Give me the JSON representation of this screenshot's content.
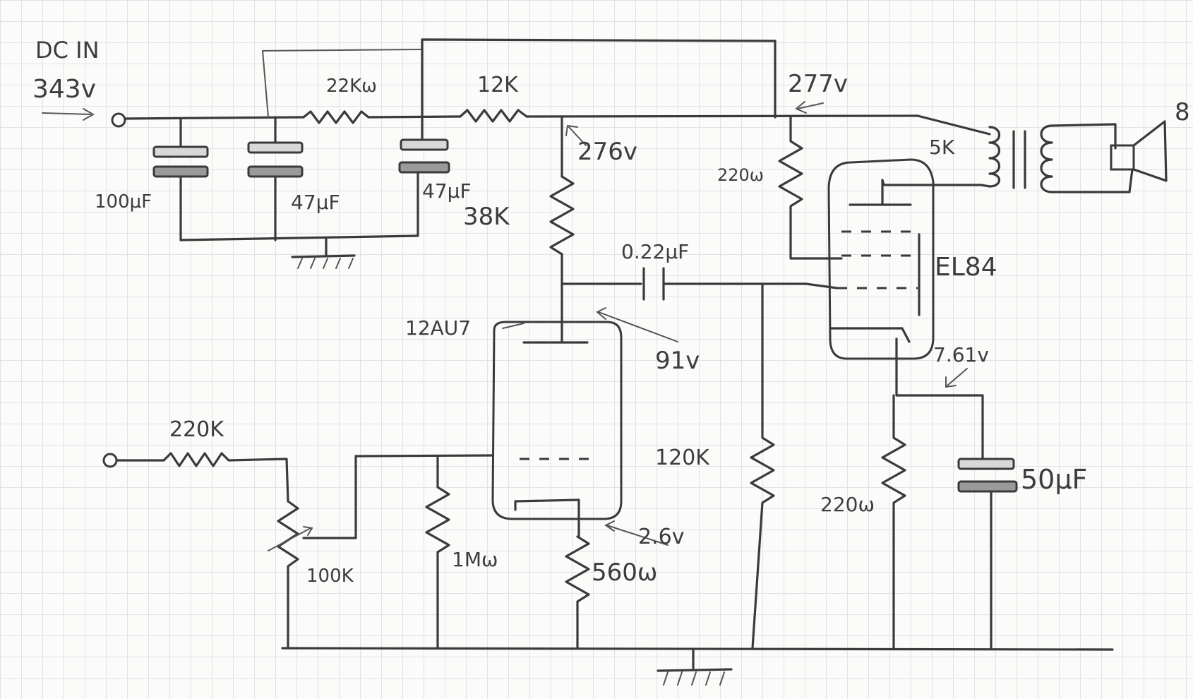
{
  "labels": {
    "dc_in": "DC IN",
    "dc_voltage": "343v",
    "r_22k": "22Kω",
    "r_12k": "12K",
    "c_100uf": "100μF",
    "c_47uf_a": "47μF",
    "c_47uf_b": "47μF",
    "v_276": "276v",
    "r_38k": "38K",
    "v_277": "277v",
    "r_220_screen": "220ω",
    "xfmr_5k": "5K",
    "speaker_ohms": "8",
    "c_022uf": "0.22μF",
    "tube_el84": "EL84",
    "tube_12au7": "12AU7",
    "v_91": "91v",
    "v_761": "7.61v",
    "r_220k": "220K",
    "r_120k": "120K",
    "c_50uf": "50μF",
    "r_220_cathode": "220ω",
    "v_26": "2.6v",
    "r_100k": "100K",
    "r_1m": "1Mω",
    "r_560": "560ω"
  }
}
